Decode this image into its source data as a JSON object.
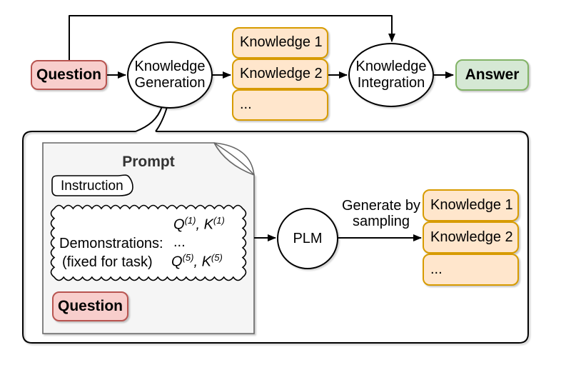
{
  "top_flow": {
    "question_label": "Question",
    "generation_ellipse": {
      "line1": "Knowledge",
      "line2": "Generation"
    },
    "knowledge_stack": [
      "Knowledge 1",
      "Knowledge 2",
      "..."
    ],
    "integration_ellipse": {
      "line1": "Knowledge",
      "line2": "Integration"
    },
    "answer_label": "Answer"
  },
  "detail_panel": {
    "prompt_title": "Prompt",
    "instruction_label": "Instruction",
    "demonstrations": {
      "label": "Demonstrations:",
      "dots": "...",
      "note": "(fixed for task)",
      "q": "Q",
      "k": "K",
      "sup_first": "(1)",
      "sup_last": "(5)",
      "separator": ", "
    },
    "question_label": "Question",
    "plm_label": "PLM",
    "arrow_label": {
      "line1": "Generate by",
      "line2": "sampling"
    },
    "knowledge_stack": [
      "Knowledge 1",
      "Knowledge 2",
      "..."
    ]
  },
  "colors": {
    "question_fill": "#f8cecc",
    "question_stroke": "#b85450",
    "knowledge_fill": "#ffe6cc",
    "knowledge_stroke": "#d79b00",
    "answer_fill": "#d5e8d4",
    "answer_stroke": "#82b366",
    "prompt_fill": "#f5f5f5",
    "prompt_stroke": "#666666",
    "line": "#000000"
  }
}
